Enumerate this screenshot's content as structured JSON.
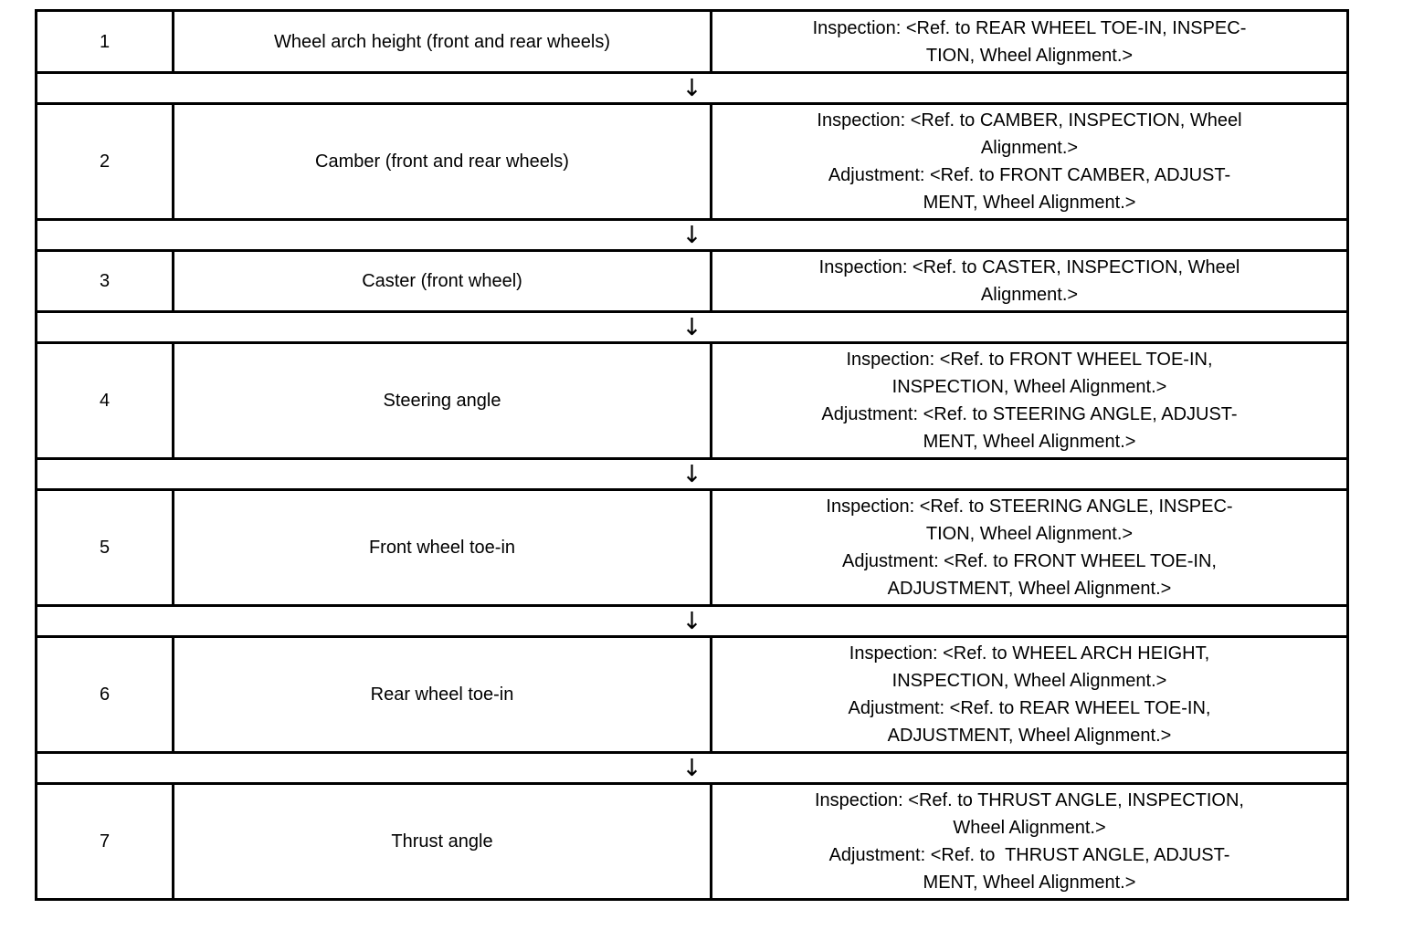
{
  "page": {
    "background_color": "#ffffff",
    "text_color": "#000000",
    "border_color": "#000000"
  },
  "table": {
    "arrow_icon": "↓",
    "rows": [
      {
        "num": "1",
        "item": "Wheel arch height (front and rear wheels)",
        "refs": [
          "Inspection: <Ref. to REAR WHEEL TOE-IN, INSPEC-",
          "TION, Wheel Alignment.>"
        ]
      },
      {
        "num": "2",
        "item": "Camber (front and rear wheels)",
        "refs": [
          "Inspection: <Ref. to CAMBER, INSPECTION, Wheel",
          "Alignment.>",
          "Adjustment: <Ref. to FRONT CAMBER, ADJUST-",
          "MENT, Wheel Alignment.>"
        ]
      },
      {
        "num": "3",
        "item": "Caster (front wheel)",
        "refs": [
          "Inspection: <Ref. to CASTER, INSPECTION, Wheel",
          "Alignment.>"
        ]
      },
      {
        "num": "4",
        "item": "Steering angle",
        "refs": [
          "Inspection: <Ref. to FRONT WHEEL TOE-IN,",
          "INSPECTION, Wheel Alignment.>",
          "Adjustment: <Ref. to STEERING ANGLE, ADJUST-",
          "MENT, Wheel Alignment.>"
        ]
      },
      {
        "num": "5",
        "item": "Front wheel toe-in",
        "refs": [
          "Inspection: <Ref. to STEERING ANGLE, INSPEC-",
          "TION, Wheel Alignment.>",
          "Adjustment: <Ref. to FRONT WHEEL TOE-IN,",
          "ADJUSTMENT, Wheel Alignment.>"
        ]
      },
      {
        "num": "6",
        "item": "Rear wheel toe-in",
        "refs": [
          "Inspection: <Ref. to WHEEL ARCH HEIGHT,",
          "INSPECTION, Wheel Alignment.>",
          "Adjustment: <Ref. to REAR WHEEL TOE-IN,",
          "ADJUSTMENT, Wheel Alignment.>"
        ]
      },
      {
        "num": "7",
        "item": "Thrust angle",
        "refs": [
          "Inspection: <Ref. to THRUST ANGLE, INSPECTION,",
          "Wheel Alignment.>",
          "Adjustment: <Ref. to  THRUST ANGLE, ADJUST-",
          "MENT, Wheel Alignment.>"
        ]
      }
    ]
  }
}
